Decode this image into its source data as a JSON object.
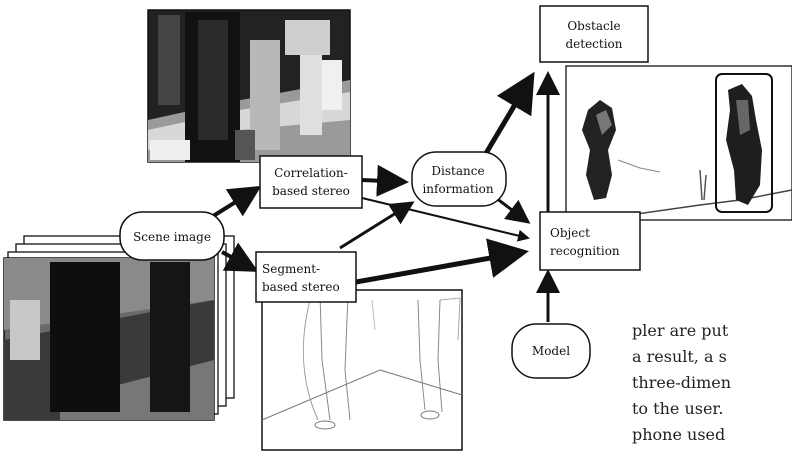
{
  "nodes": {
    "obstacle_detection": [
      "Obstacle",
      "detection"
    ],
    "correlation_stereo": [
      "Correlation-",
      "based stereo"
    ],
    "distance_information": [
      "Distance",
      "information"
    ],
    "scene_image": [
      "Scene image"
    ],
    "segment_stereo": [
      "Segment-",
      "based stereo"
    ],
    "object_recognition": [
      "Object",
      "recognition"
    ],
    "model": [
      "Model"
    ]
  },
  "body_text": [
    "pler are put",
    "a result, a s",
    "three-dimen",
    "to the user.",
    "phone used"
  ]
}
